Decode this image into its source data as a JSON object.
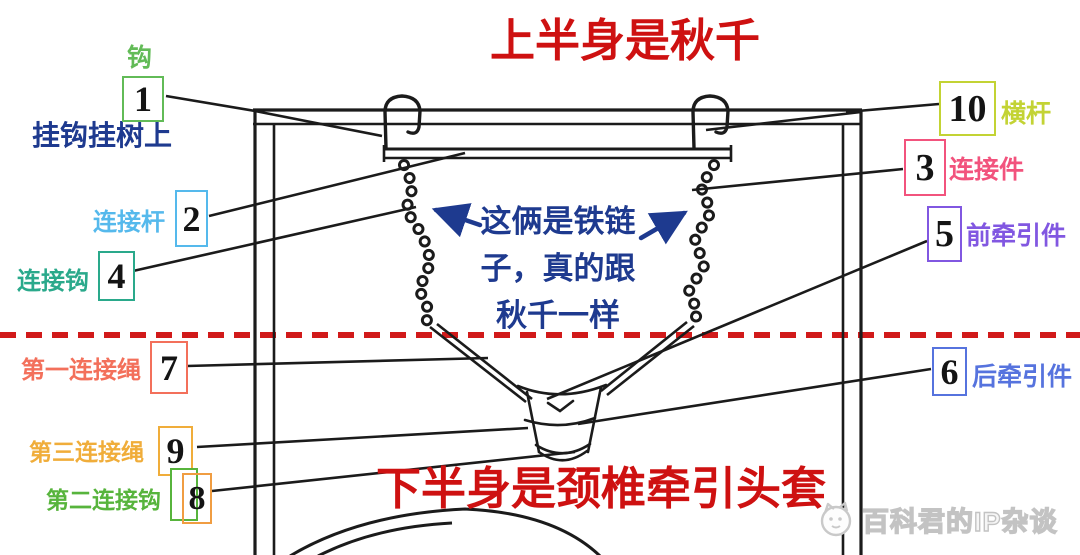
{
  "theme": {
    "title_red": "#ce1111",
    "navy": "#1e3a8f",
    "dashed_red": "#d11a1a",
    "drawing_black": "#1b1b1b",
    "watermark_gray": "#c3c3c3"
  },
  "titles": {
    "top": "上半身是秋千",
    "bottom": "下半身是颈椎牵引头套"
  },
  "annotations": {
    "hang_note": "挂钩挂树上",
    "chain_note_line1": "这俩是铁链",
    "chain_note_line2": "子，真的跟",
    "chain_note_line3": "秋千一样"
  },
  "labels": {
    "hook": {
      "num": "1",
      "text": "钩",
      "color": "#62bb57"
    },
    "connecting_rod": {
      "num": "2",
      "text": "连接杆",
      "color": "#55b9ec"
    },
    "connecting_hook": {
      "num": "4",
      "text": "连接钩",
      "color": "#2aa98b"
    },
    "first_rope": {
      "num": "7",
      "text": "第一连接绳",
      "color": "#f3705b"
    },
    "third_rope": {
      "num": "9",
      "text": "第三连接绳",
      "color": "#f0ad3a"
    },
    "second_hook": {
      "num": "8",
      "text": "第二连接钩",
      "color": "#57b43c",
      "box2_color": "#f09d42"
    },
    "crossbar": {
      "num": "10",
      "text": "横杆",
      "color": "#c3d334"
    },
    "connector": {
      "num": "3",
      "text": "连接件",
      "color": "#f2537d"
    },
    "front_traction": {
      "num": "5",
      "text": "前牵引件",
      "color": "#8157e1"
    },
    "rear_traction": {
      "num": "6",
      "text": "后牵引件",
      "color": "#5673de"
    }
  },
  "watermark": {
    "text": "百科君的IP杂谈"
  }
}
